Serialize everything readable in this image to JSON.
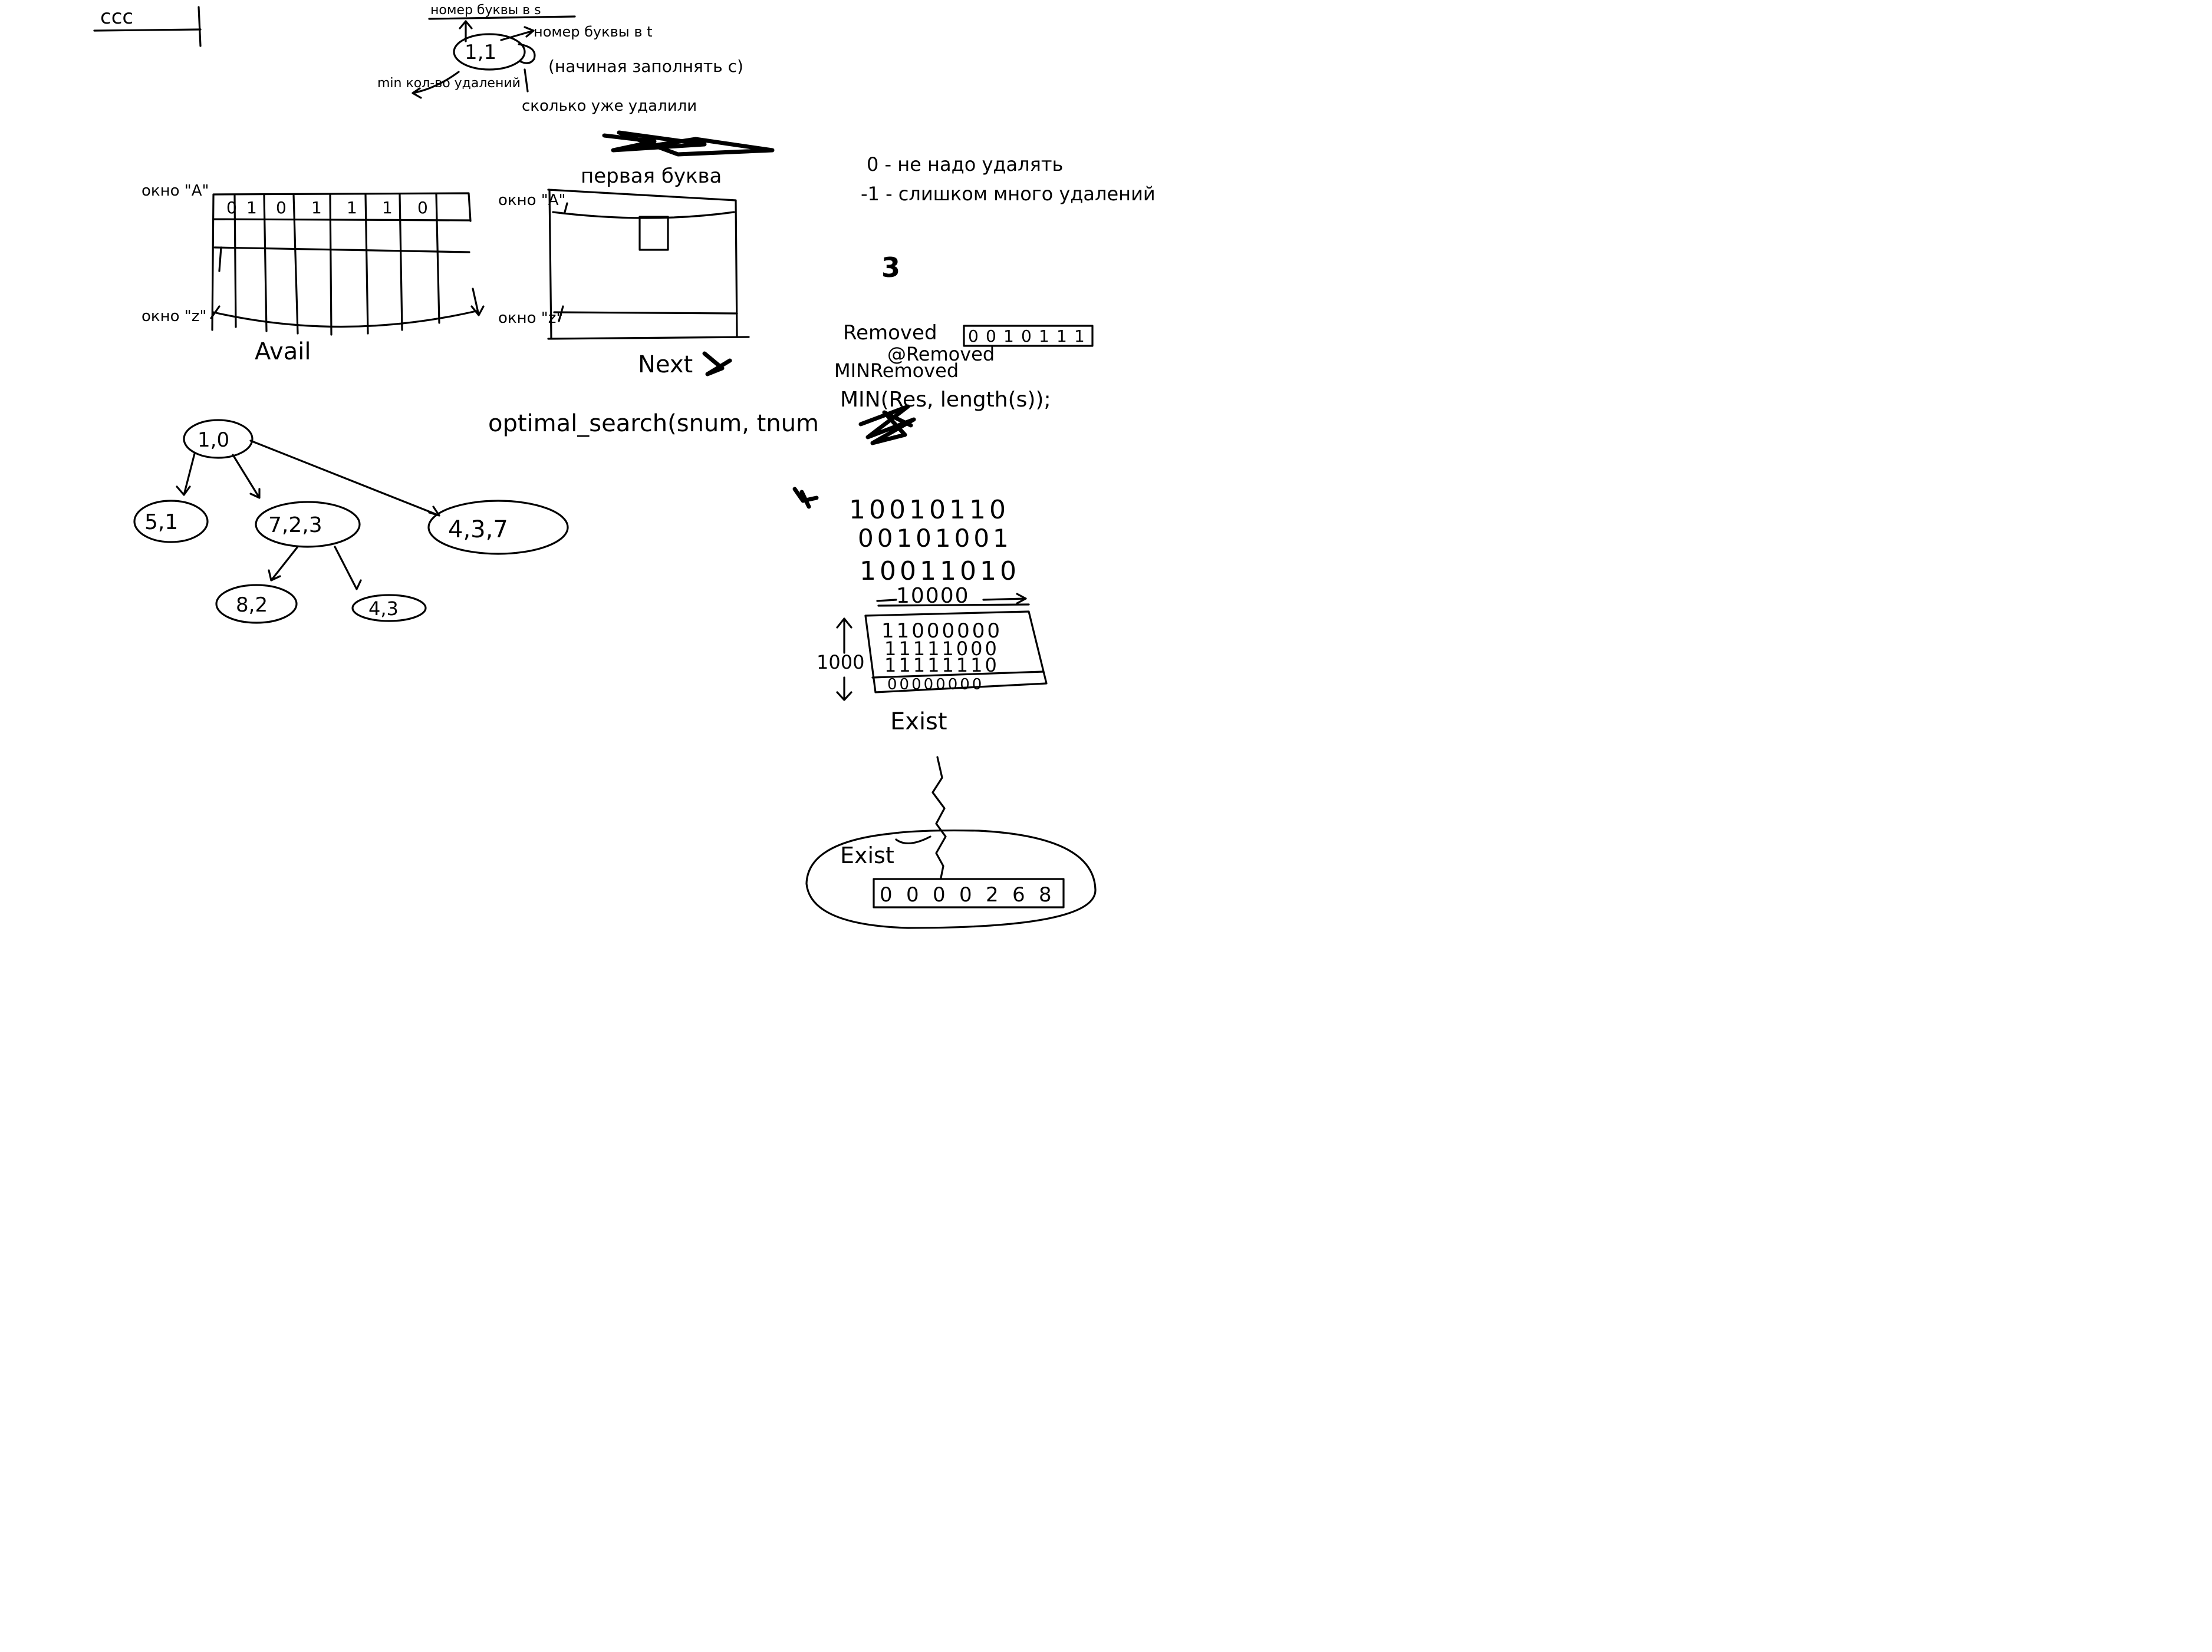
{
  "header": {
    "text": "ccc"
  },
  "legend_pair": {
    "pair": "1,1",
    "above_left": "номер буквы в s",
    "above_right": "номер буквы в t",
    "right_note": "(начиная заполнять с)",
    "below_left": "min кол-во удалений",
    "below_right": "сколько уже удалили"
  },
  "avail_table": {
    "caption": "Avail",
    "row_top_label": "окно \"A\"",
    "row_bottom_label": "окно \"z\"",
    "header_cells": [
      "0",
      "1",
      "0",
      "1",
      "1",
      "1",
      "0"
    ]
  },
  "next_table": {
    "caption": "Next",
    "row_top_label": "окно \"A\"",
    "row_bottom_label": "окно \"z\"",
    "note": "первая буква"
  },
  "legend_codes": {
    "code0": "0 - не надо удалять",
    "code1": "-1 - слишком много удалений",
    "bold3": "3"
  },
  "removed": {
    "label": "Removed",
    "cells": [
      "0",
      "0",
      "1",
      "0",
      "1",
      "1",
      "1"
    ],
    "line2": "@Removed",
    "line3": "MINRemoved",
    "line4": "MIN(Res, length(s));"
  },
  "function_call": "optimal_search(snum, tnum",
  "tree": {
    "root": "1,0",
    "children": [
      "5,1",
      "7,2,3",
      "4,3,7"
    ],
    "grandchildren": [
      "8,2",
      "4,3"
    ]
  },
  "binary_block": {
    "rows": [
      "10010110",
      "00101001",
      "10011010"
    ],
    "mask": "10000",
    "side_label": "1000",
    "grid_rows": [
      "11000000",
      "11111000",
      "11111110",
      "00000000"
    ],
    "caption": "Exist"
  },
  "exist_bubble": {
    "label": "Exist",
    "cells": [
      "0",
      "0",
      "0",
      "0",
      "2",
      "6",
      "8"
    ]
  }
}
